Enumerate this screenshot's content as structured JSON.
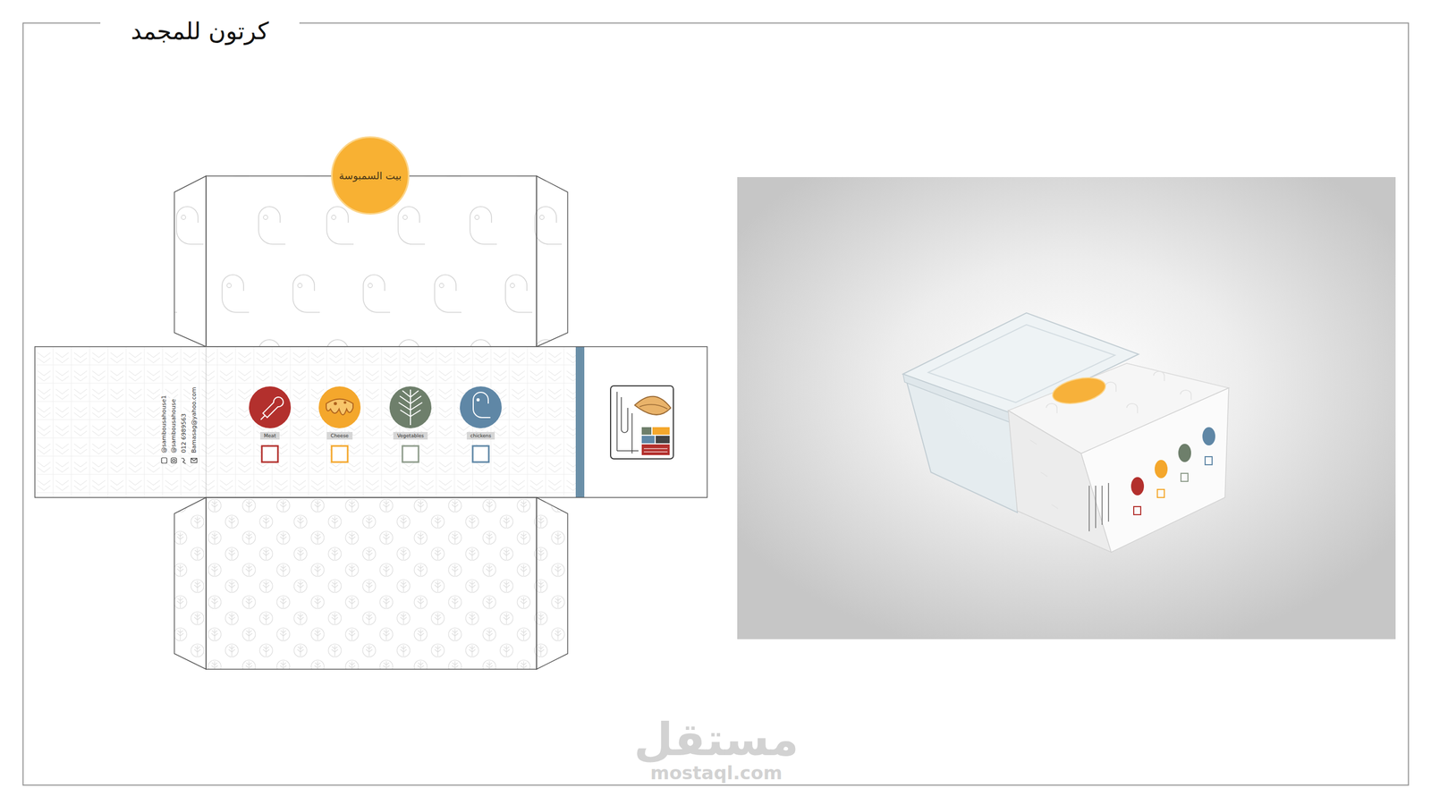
{
  "diagram": {
    "title": "كرتون للمجمد",
    "nodes": [
      {
        "text": [
          "بيت السمبوسة"
        ]
      },
      {
        "text": [
          "Meat"
        ]
      },
      {
        "text": [
          "Cheese"
        ]
      },
      {
        "text": [
          "Vegetables"
        ]
      },
      {
        "text": [
          "chickens"
        ]
      }
    ],
    "labels": [
      "@sambousahouse1",
      "@sambousahouse",
      "012 6989563",
      "Bamasag@yahoo.com",
      "مستقل",
      "mostaql.com"
    ]
  }
}
